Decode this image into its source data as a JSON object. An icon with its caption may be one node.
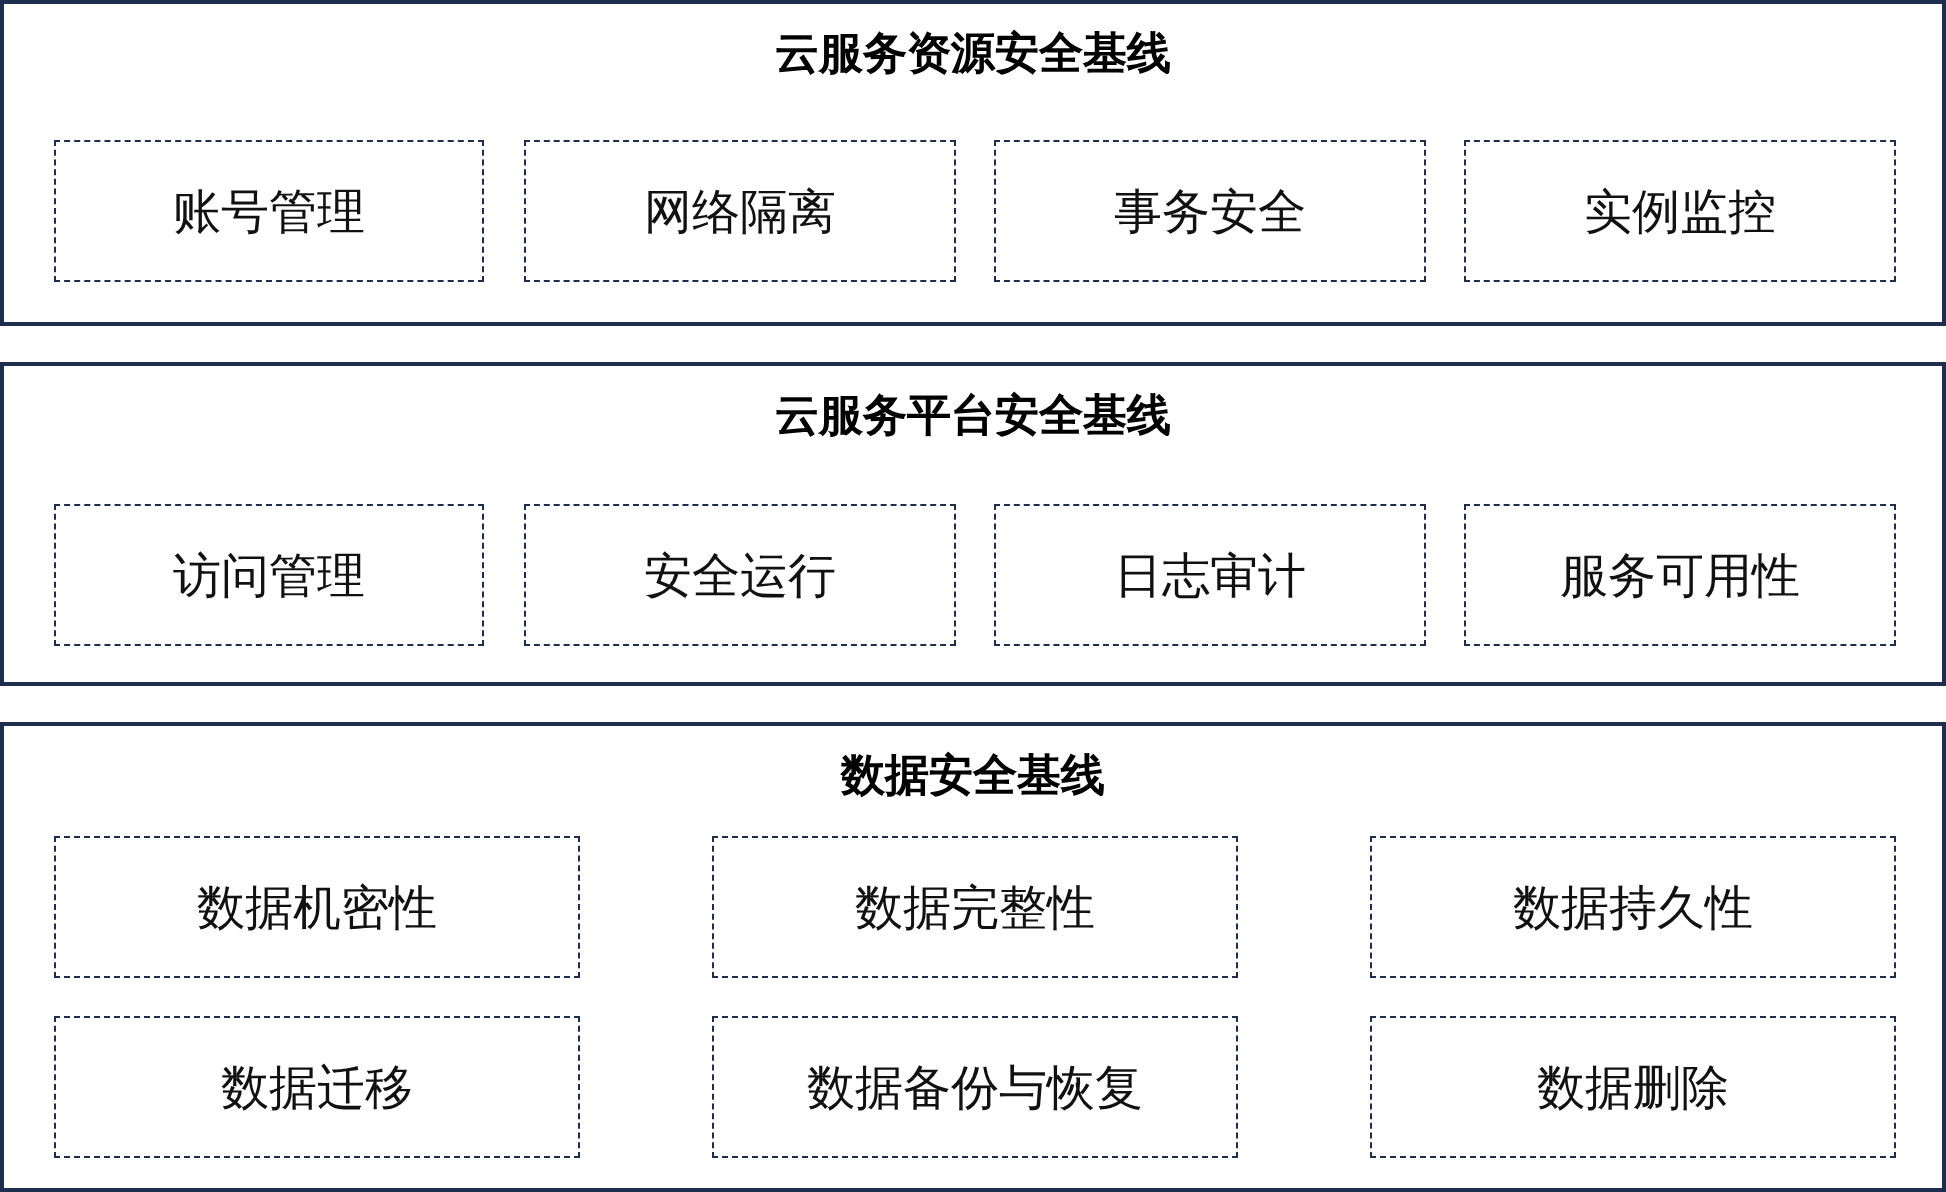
{
  "diagram": {
    "nodes": [
      {
        "text": [
          "云服务资源安全基线"
        ]
      },
      {
        "text": [
          "账号管理"
        ],
        "in": 0
      },
      {
        "text": [
          "网络隔离"
        ],
        "in": 0
      },
      {
        "text": [
          "事务安全"
        ],
        "in": 0
      },
      {
        "text": [
          "实例监控"
        ],
        "in": 0
      },
      {
        "text": [
          "云服务平台安全基线"
        ]
      },
      {
        "text": [
          "访问管理"
        ],
        "in": 5
      },
      {
        "text": [
          "安全运行"
        ],
        "in": 5
      },
      {
        "text": [
          "日志审计"
        ],
        "in": 5
      },
      {
        "text": [
          "服务可用性"
        ],
        "in": 5
      },
      {
        "text": [
          "数据安全基线"
        ]
      },
      {
        "text": [
          "数据机密性"
        ],
        "in": 10
      },
      {
        "text": [
          "数据完整性"
        ],
        "in": 10
      },
      {
        "text": [
          "数据持久性"
        ],
        "in": 10
      },
      {
        "text": [
          "数据迁移"
        ],
        "in": 10
      },
      {
        "text": [
          "数据备份与恢复"
        ],
        "in": 10
      },
      {
        "text": [
          "数据删除"
        ],
        "in": 10
      }
    ],
    "edges": []
  }
}
